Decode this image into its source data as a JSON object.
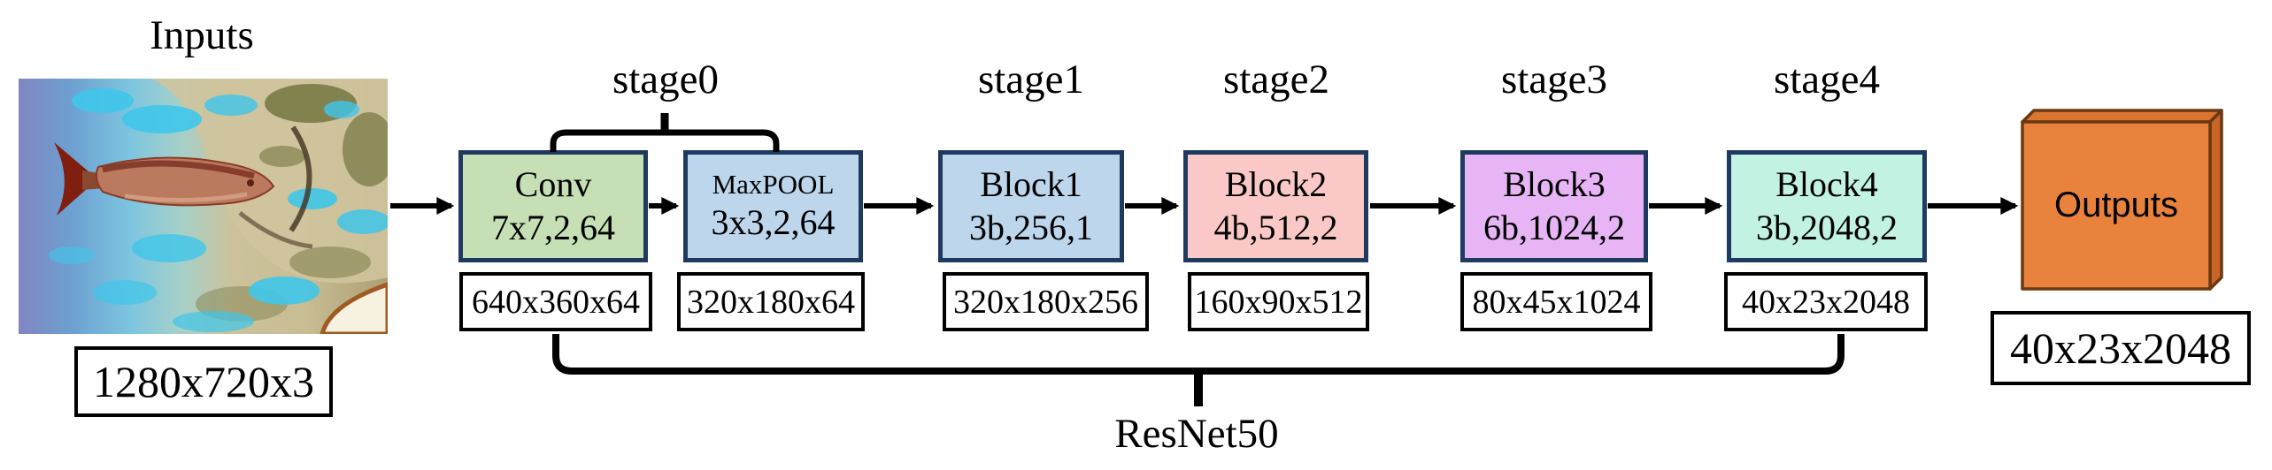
{
  "inputs": {
    "label": "Inputs",
    "dims": "1280x720x3",
    "image_desc": "fish-over-coral-photo"
  },
  "stage_labels": [
    {
      "label": "stage0"
    },
    {
      "label": "stage1"
    },
    {
      "label": "stage2"
    },
    {
      "label": "stage3"
    },
    {
      "label": "stage4"
    }
  ],
  "blocks": [
    {
      "title": "Conv",
      "params": "7x7,2,64",
      "output_size": "640x360x64",
      "fill": "#c6dfb5"
    },
    {
      "title": "MaxPOOL",
      "params": "3x3,2,64",
      "output_size": "320x180x64",
      "fill": "#bdd6ec"
    },
    {
      "title": "Block1",
      "params": "3b,256,1",
      "output_size": "320x180x256",
      "fill": "#bdd6ec"
    },
    {
      "title": "Block2",
      "params": "4b,512,2",
      "output_size": "160x90x512",
      "fill": "#fac8c6"
    },
    {
      "title": "Block3",
      "params": "6b,1024,2",
      "output_size": "80x45x1024",
      "fill": "#e7b4f5"
    },
    {
      "title": "Block4",
      "params": "3b,2048,2",
      "output_size": "40x23x2048",
      "fill": "#c2f2e1"
    }
  ],
  "outputs": {
    "label": "Outputs",
    "dims": "40x23x2048",
    "cube": {
      "front": "#e8823c",
      "top": "#db7530",
      "side": "#c96527",
      "outline": "#6b3911"
    }
  },
  "network_label": "ResNet50",
  "colors": {
    "block_border": "#1e3a5f",
    "arrow": "#000000"
  }
}
